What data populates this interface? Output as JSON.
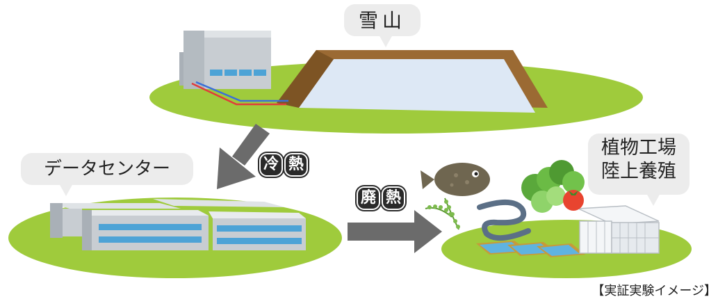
{
  "labels": {
    "snow_mountain": "雪山",
    "data_center": "データセンター",
    "plant_factory_line1": "植物工場",
    "plant_factory_line2": "陸上養殖",
    "cold_heat": [
      "冷",
      "熱"
    ],
    "waste_heat": [
      "廃",
      "熱"
    ],
    "caption": "【実証実験イメージ】"
  },
  "colors": {
    "grass": "#9fcb3c",
    "snow": "#dde8f5",
    "earth": "#9b6a33",
    "building": "#c8cdd2",
    "window": "#4da3d6",
    "arrow": "#6b6b6b",
    "pipe_red": "#e13b3b",
    "pipe_blue": "#3a6fd8"
  }
}
